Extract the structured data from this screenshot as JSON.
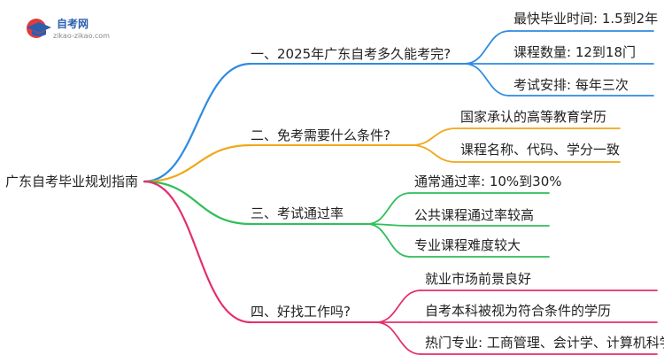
{
  "logo": {
    "title": "自考网",
    "url": "zikao-zikao.com"
  },
  "root": "广东自考毕业规划指南",
  "branches": [
    {
      "label": "一、2025年广东自考多久能考完?",
      "color": "#2f8be0",
      "children": [
        "最快毕业时间: 1.5到2年",
        "课程数量: 12到18门",
        "考试安排: 每年三次"
      ]
    },
    {
      "label": "二、免考需要什么条件?",
      "color": "#f0a818",
      "children": [
        "国家承认的高等教育学历",
        "课程名称、代码、学分一致"
      ]
    },
    {
      "label": "三、考试通过率",
      "color": "#2fbf5a",
      "children": [
        "通常通过率: 10%到30%",
        "公共课程通过率较高",
        "专业课程难度较大"
      ]
    },
    {
      "label": "四、好找工作吗?",
      "color": "#e52e6e",
      "children": [
        "就业市场前景良好",
        "自考本科被视为符合条件的学历",
        "热门专业: 工商管理、会计学、计算机科学"
      ]
    }
  ]
}
